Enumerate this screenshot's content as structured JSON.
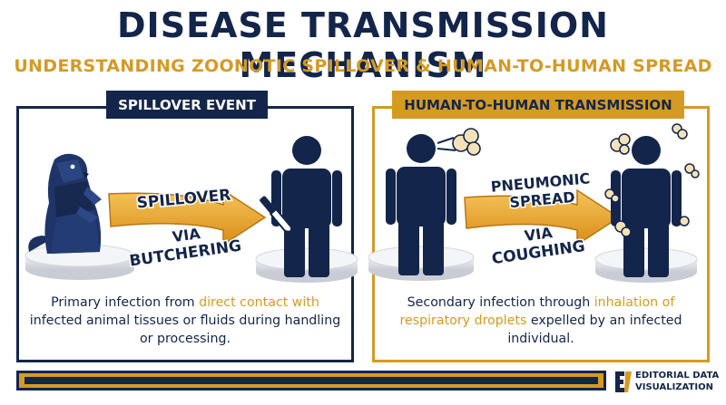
{
  "header": {
    "title": "DISEASE TRANSMISSION MECHANISM",
    "subtitle": "UNDERSTANDING ZOONOTIC SPILLOVER & HUMAN-TO-HUMAN SPREAD"
  },
  "panels": [
    {
      "label": "SPILLOVER EVENT",
      "arrow_top": "SPILLOVER",
      "arrow_bottom_1": "VIA",
      "arrow_bottom_2": "BUTCHERING",
      "desc_plain_1": "Primary infection from ",
      "desc_highlight": "direct contact with",
      "desc_plain_2": "infected animal tissues or fluids during handling or processing."
    },
    {
      "label": "HUMAN-TO-HUMAN TRANSMISSION",
      "arrow_top_1": "PNEUMONIC",
      "arrow_top_2": "SPREAD",
      "arrow_bottom_1": "VIA",
      "arrow_bottom_2": "COUGHING",
      "desc_plain_1": "Secondary infection through ",
      "desc_highlight": "inhalation of respiratory droplets",
      "desc_plain_2": " expelled by an infected individual."
    }
  ],
  "footer": {
    "brand_line_1": "EDITORIAL DATA",
    "brand_line_2": "VISUALIZATION"
  },
  "colors": {
    "navy": "#13254a",
    "gold": "#d59a24",
    "arrow_gold": "#e8a62a"
  },
  "icons": [
    "marmot-icon",
    "person-icon",
    "knife-icon",
    "cough-cloud-icon",
    "droplet-cloud-icon"
  ]
}
